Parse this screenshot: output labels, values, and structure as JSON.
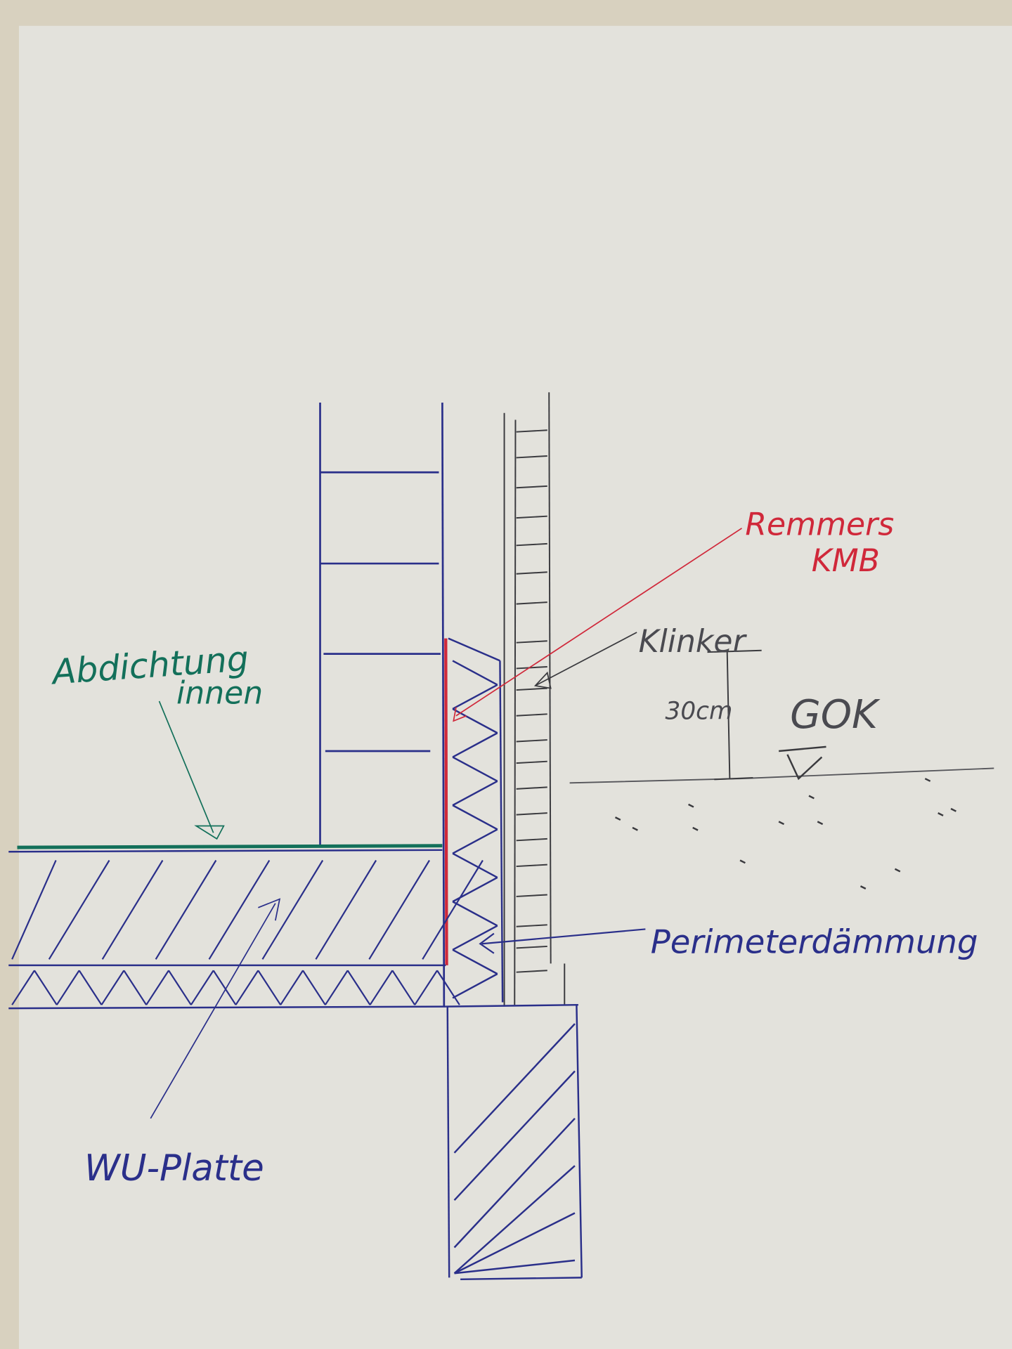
{
  "labels": {
    "sealing_inside": [
      "Abdichtung",
      "innen"
    ],
    "membrane": [
      "Remmers",
      "KMB"
    ],
    "clinker": "Klinker",
    "dimension": "30cm",
    "ground_level": "GOK",
    "perimeter_insulation": "Perimeterdämmung",
    "slab": "WU-Platte"
  },
  "colors": {
    "paper": "#e3e2dc",
    "background": "#d8d1bf",
    "blue_ink": "#2a2f8a",
    "red_ink": "#d0283a",
    "green_ink": "#13705a",
    "black_ink": "#3a3a3e"
  }
}
